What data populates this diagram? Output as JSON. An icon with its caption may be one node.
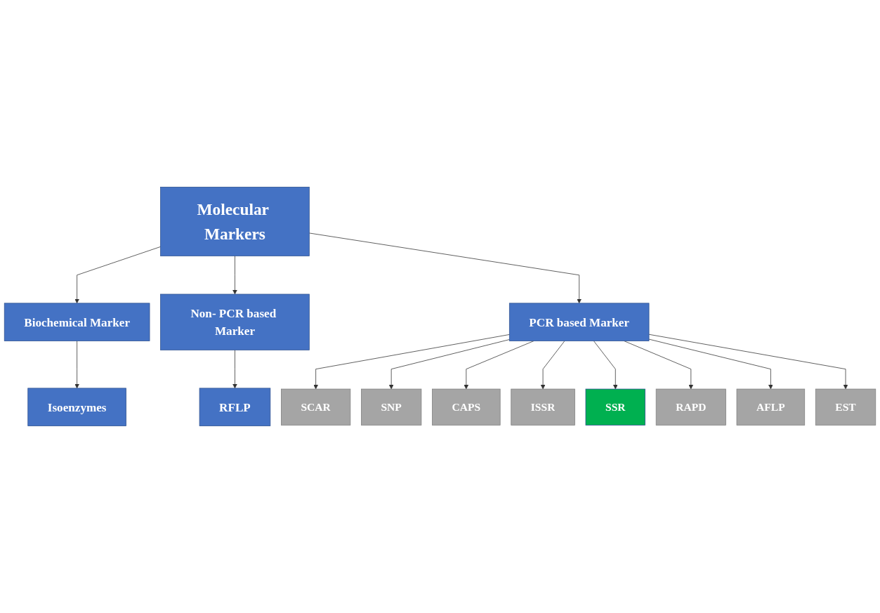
{
  "diagram": {
    "nodes": [
      {
        "text": [
          "Molecular Markers"
        ]
      },
      {
        "text": [
          "Biochemical Marker"
        ]
      },
      {
        "text": [
          "Non- PCR based Marker"
        ]
      },
      {
        "text": [
          "PCR based Marker"
        ]
      },
      {
        "text": [
          "Isoenzymes"
        ]
      },
      {
        "text": [
          "RFLP"
        ]
      },
      {
        "text": [
          "SCAR"
        ]
      },
      {
        "text": [
          "SNP"
        ]
      },
      {
        "text": [
          "CAPS"
        ]
      },
      {
        "text": [
          "ISSR"
        ]
      },
      {
        "text": [
          "SSR"
        ]
      },
      {
        "text": [
          "RAPD"
        ]
      },
      {
        "text": [
          "AFLP"
        ]
      },
      {
        "text": [
          "EST"
        ]
      }
    ],
    "edges": [
      {
        "from": 0,
        "to": 1,
        "arrow": "to"
      },
      {
        "from": 0,
        "to": 2,
        "arrow": "to"
      },
      {
        "from": 0,
        "to": 3,
        "arrow": "to"
      },
      {
        "from": 1,
        "to": 4,
        "arrow": "to"
      },
      {
        "from": 2,
        "to": 5,
        "arrow": "to"
      },
      {
        "from": 3,
        "to": 6,
        "arrow": "to"
      },
      {
        "from": 3,
        "to": 7,
        "arrow": "to"
      },
      {
        "from": 3,
        "to": 8,
        "arrow": "to"
      },
      {
        "from": 3,
        "to": 9,
        "arrow": "to"
      },
      {
        "from": 3,
        "to": 10,
        "arrow": "to"
      },
      {
        "from": 3,
        "to": 11,
        "arrow": "to"
      },
      {
        "from": 3,
        "to": 12,
        "arrow": "to"
      },
      {
        "from": 3,
        "to": 13,
        "arrow": "to"
      }
    ]
  }
}
